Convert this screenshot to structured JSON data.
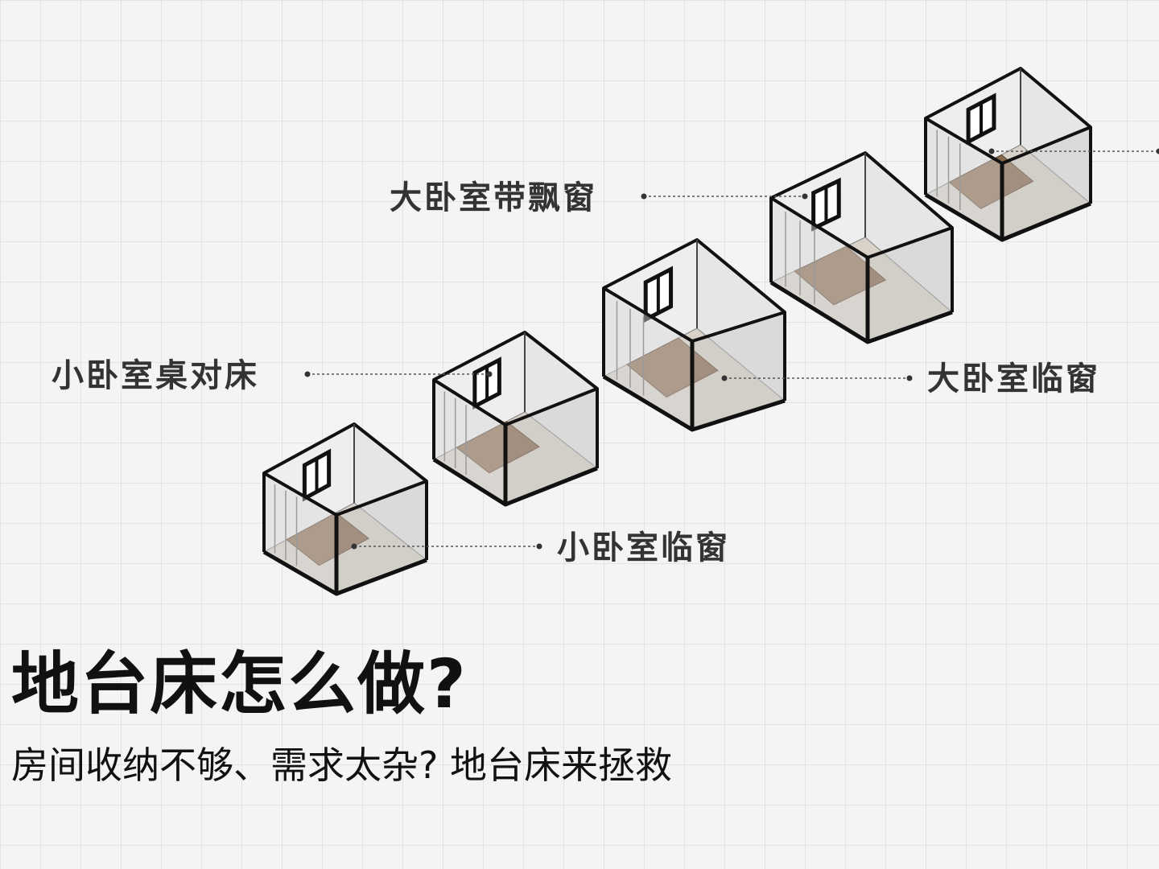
{
  "labels": {
    "big_room_bay_window": "大卧室带飘窗",
    "small_room_desk_bed": "小卧室桌对床",
    "big_room_by_window": "大卧室临窗",
    "small_room_by_window": "小卧室临窗"
  },
  "headline": "地台床怎么做?",
  "subline": "房间收纳不够、需求太杂? 地台床来拯救",
  "colors": {
    "outline": "#111111",
    "wall": "#eeeeee",
    "floor": "#8a6a4f",
    "glass": "#d6d6d6",
    "leader": "#555555"
  }
}
